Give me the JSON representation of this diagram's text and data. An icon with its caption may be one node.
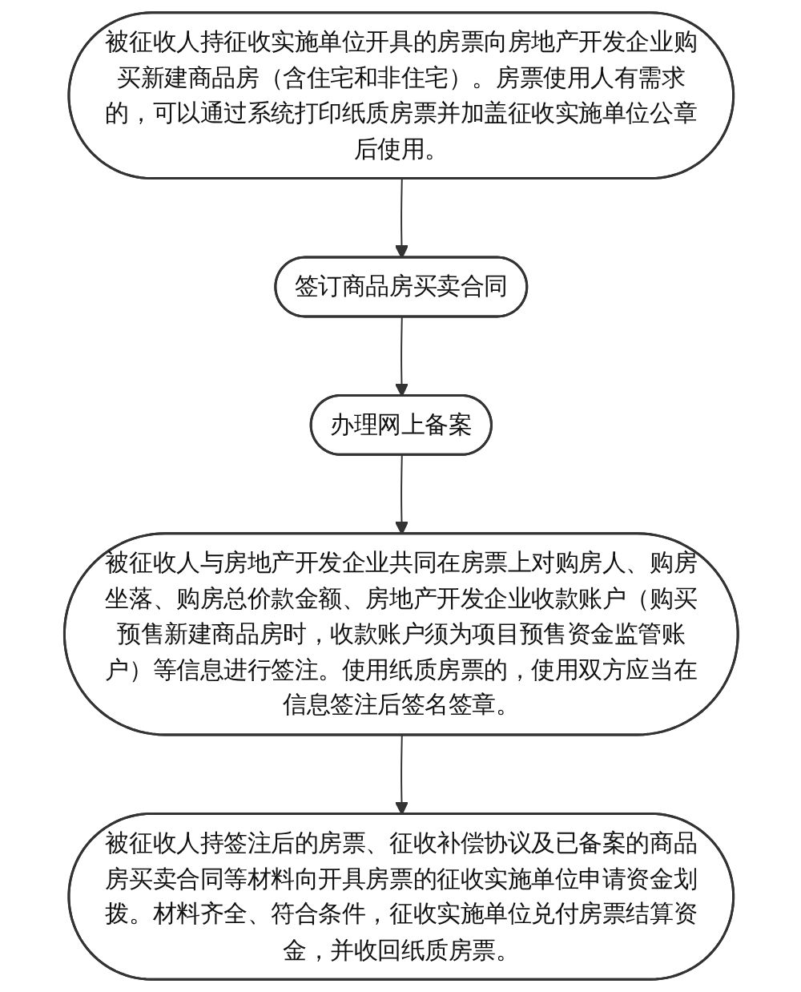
{
  "diagram": {
    "nodes": [
      {
        "text": [
          "被征收人持征收实施单位开具的房票向房地产开发企业购买新建商品房（含住宅和非住宅）。房票使用人有需求的，可以通过系统打印纸质房票并加盖征收实施单位公章后使用。"
        ]
      },
      {
        "text": [
          "签订商品房买卖合同"
        ]
      },
      {
        "text": [
          "办理网上备案"
        ]
      },
      {
        "text": [
          "被征收人与房地产开发企业共同在房票上对购房人、购房坐落、购房总价款金额、房地产开发企业收款账户（购买预售新建商品房时，收款账户须为项目预售资金监管账户）等信息进行签注。使用纸质房票的，使用双方应当在信息签注后签名签章。"
        ]
      },
      {
        "text": [
          "被征收人持签注后的房票、征收补偿协议及已备案的商品房买卖合同等材料向开具房票的征收实施单位申请资金划拨。材料齐全、符合条件，征收实施单位兑付房票结算资金，并收回纸质房票。"
        ]
      }
    ],
    "edges": [
      {
        "from": 0,
        "to": 1,
        "arrow": "to"
      },
      {
        "from": 1,
        "to": 2,
        "arrow": "to"
      },
      {
        "from": 2,
        "to": 3,
        "arrow": "to"
      },
      {
        "from": 3,
        "to": 4,
        "arrow": "to"
      }
    ]
  }
}
